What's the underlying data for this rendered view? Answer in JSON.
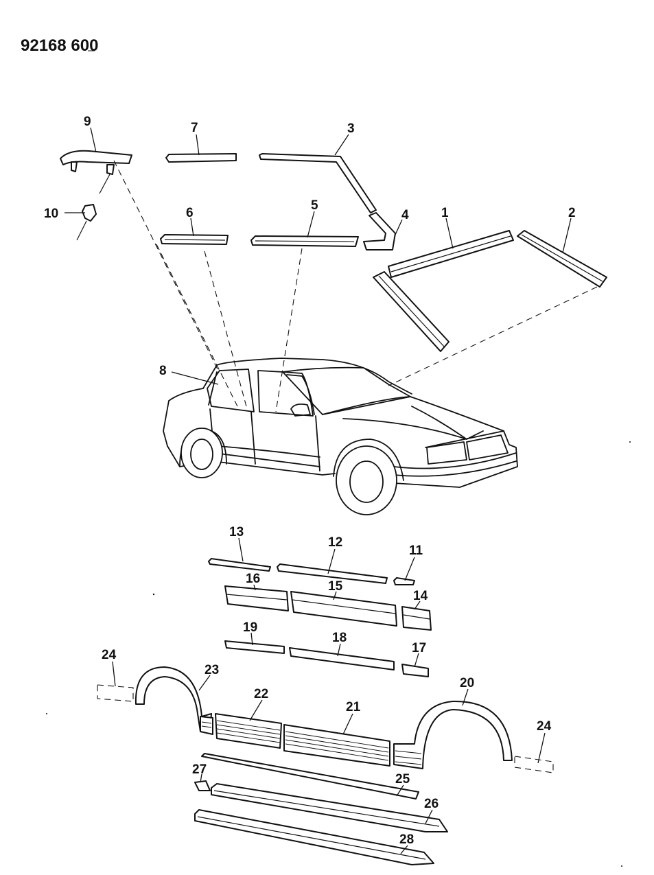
{
  "header": {
    "diagram_number": "92168 600"
  },
  "callouts": {
    "c1": "1",
    "c2": "2",
    "c3": "3",
    "c4": "4",
    "c5": "5",
    "c6": "6",
    "c7": "7",
    "c8": "8",
    "c9": "9",
    "c10": "10",
    "c11": "11",
    "c12": "12",
    "c13": "13",
    "c14": "14",
    "c15": "15",
    "c16": "16",
    "c17": "17",
    "c18": "18",
    "c19": "19",
    "c20": "20",
    "c21": "21",
    "c22": "22",
    "c23": "23",
    "c24a": "24",
    "c24b": "24",
    "c25": "25",
    "c26": "26",
    "c27": "27",
    "c28": "28"
  }
}
